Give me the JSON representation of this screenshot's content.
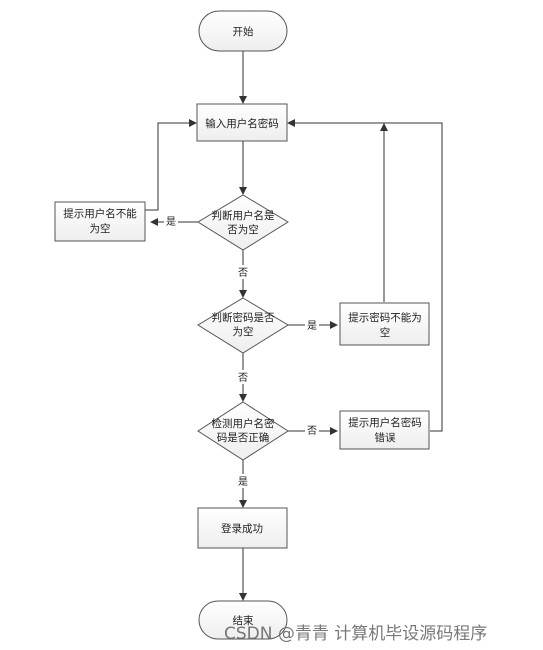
{
  "nodes": {
    "start": {
      "text": "开始"
    },
    "input": {
      "text": "输入用户名密码"
    },
    "check_user": {
      "lines": [
        "判断用户名是",
        "否为空"
      ]
    },
    "tip_user": {
      "lines": [
        "提示用户名不能",
        "为空"
      ]
    },
    "check_pwd": {
      "lines": [
        "判断密码是否",
        "为空"
      ]
    },
    "tip_pwd": {
      "lines": [
        "提示密码不能为",
        "空"
      ]
    },
    "verify": {
      "lines": [
        "检测用户名密",
        "码是否正确"
      ]
    },
    "tip_wrong": {
      "lines": [
        "提示用户名密码",
        "错误"
      ]
    },
    "success": {
      "text": "登录成功"
    },
    "end": {
      "text": "结束"
    }
  },
  "edges": {
    "user_yes": "是",
    "user_no": "否",
    "pwd_yes": "是",
    "pwd_no": "否",
    "verify_no": "否",
    "verify_yes": "是"
  },
  "watermark": "CSDN @青青  计算机毕设源码程序"
}
